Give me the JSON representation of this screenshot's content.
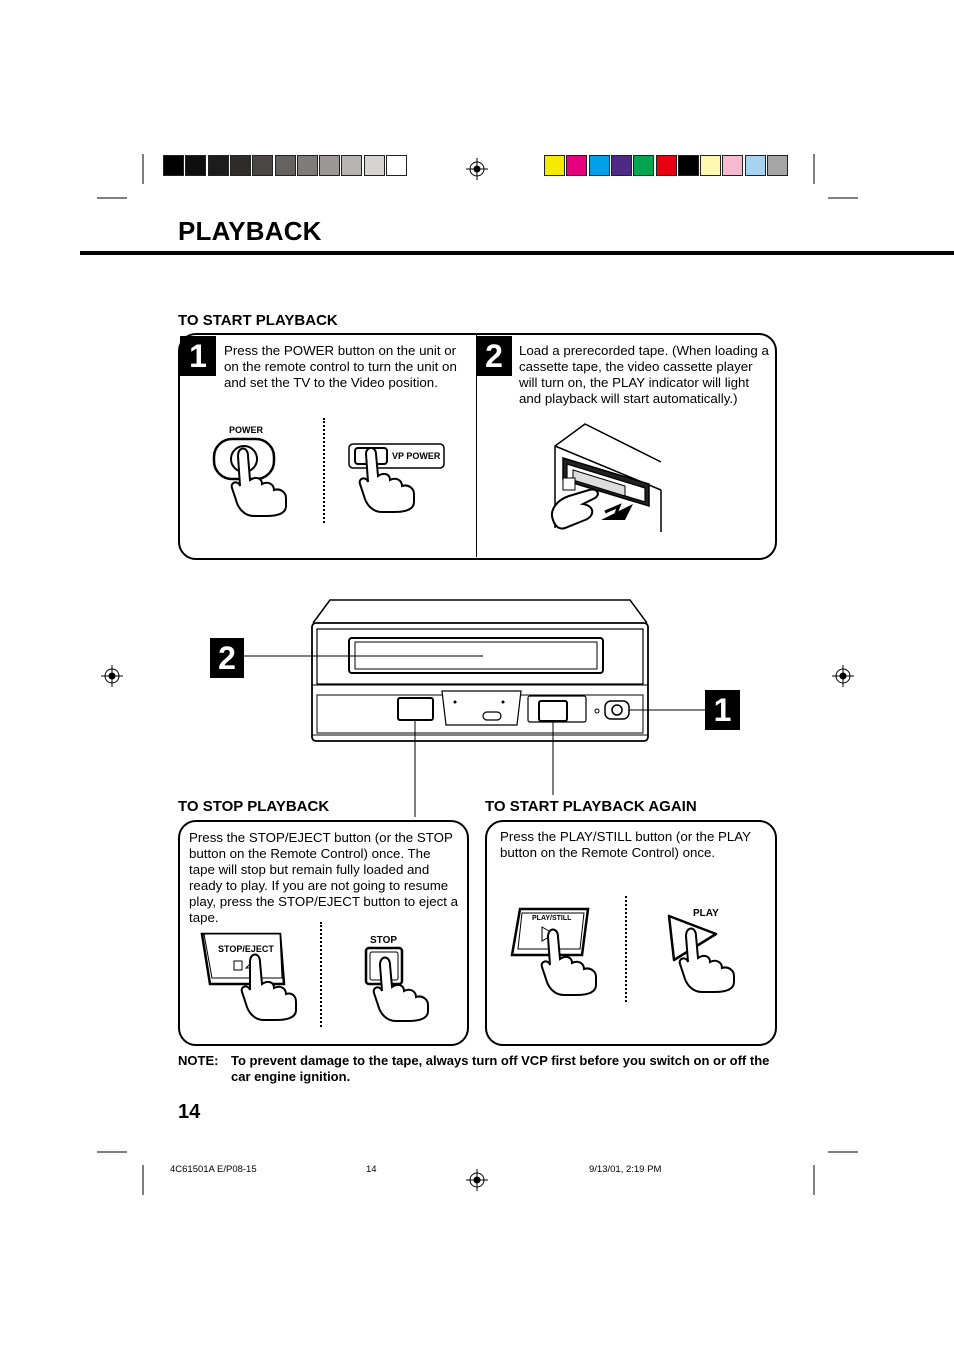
{
  "header": {
    "title": "PLAYBACK",
    "grayscale_bar": [
      "#000000",
      "#0e0e0e",
      "#1c1c1c",
      "#2f2b2b",
      "#4a4646",
      "#666262",
      "#807b7b",
      "#9d9898",
      "#b8b4b4",
      "#d6d3d3",
      "#ffffff"
    ],
    "color_bar": [
      "#f6ea00",
      "#e4007f",
      "#00a0e9",
      "#4e2a84",
      "#00a651",
      "#e60012",
      "#000000",
      "#fff9b0",
      "#f6b9cf",
      "#a8d3f0",
      "#a6a6a6"
    ]
  },
  "start_section": {
    "heading": "TO START PLAYBACK",
    "step1": {
      "number": "1",
      "text": "Press the POWER button on the unit or on the remote control to turn the unit on and set the TV to the Video position.",
      "label_power": "POWER",
      "label_vp_power": "VP POWER"
    },
    "step2": {
      "number": "2",
      "text": "Load a prerecorded tape. (When loading a cassette tape, the video cassette player will turn on, the PLAY indicator will light and playback will start automatically.)"
    }
  },
  "diagram": {
    "callout_left": "2",
    "callout_right": "1"
  },
  "stop_section": {
    "heading": "TO STOP PLAYBACK",
    "text": "Press the STOP/EJECT button (or the STOP button on the Remote Control) once. The tape will stop but remain fully loaded and ready to play. If you are not going to resume play, press the STOP/EJECT button to eject a tape.",
    "label_stop_eject": "STOP/EJECT",
    "label_stop": "STOP"
  },
  "again_section": {
    "heading": "TO START PLAYBACK AGAIN",
    "text": "Press the PLAY/STILL button (or the PLAY button on the Remote Control) once.",
    "label_play_still": "PLAY/STILL",
    "label_play": "PLAY"
  },
  "note": {
    "label": "NOTE:",
    "text": "To prevent damage to the tape, always turn off VCP first before you switch on or off the car engine ignition."
  },
  "page_number": "14",
  "footer": {
    "doc_code": "4C61501A E/P08-15",
    "page": "14",
    "timestamp": "9/13/01, 2:19 PM"
  }
}
